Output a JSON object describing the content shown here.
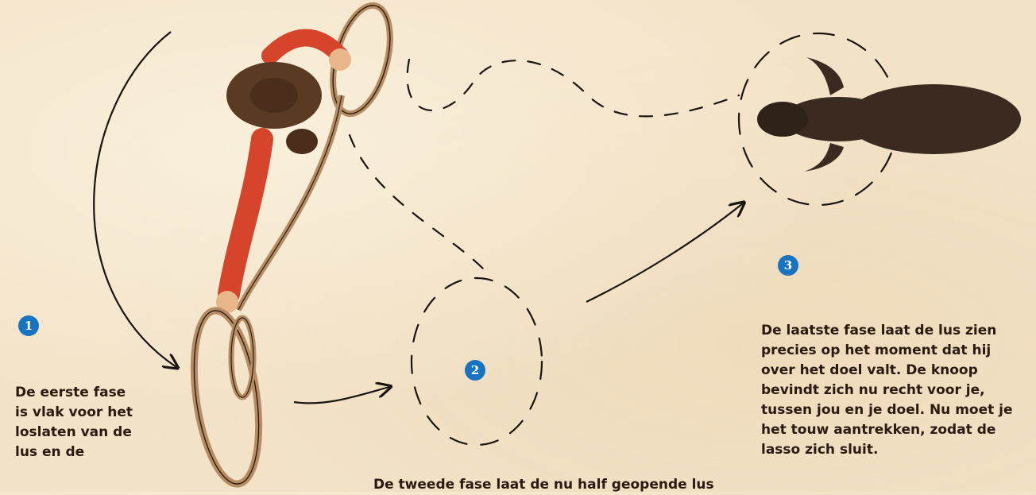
{
  "steps": [
    {
      "number": "1",
      "text": "De eerste fase is vlak voor het loslaten van de lus en de"
    },
    {
      "number": "2",
      "text": "De tweede fase laat de nu half geopende lus"
    },
    {
      "number": "3",
      "text": "De laatste fase laat de lus zien precies op het moment dat hij over het doel valt. De knoop bevindt zich nu recht voor je, tussen jou en je doel. Nu moet je het touw aantrekken, zodat de lasso zich sluit."
    }
  ],
  "colors": {
    "badge": "#1874c0",
    "paper": "#f3e3c8",
    "shirt": "#d6452b",
    "hat_and_boots": "#5a3a22",
    "rope": "#b68d62",
    "target": "#3a2a20"
  }
}
